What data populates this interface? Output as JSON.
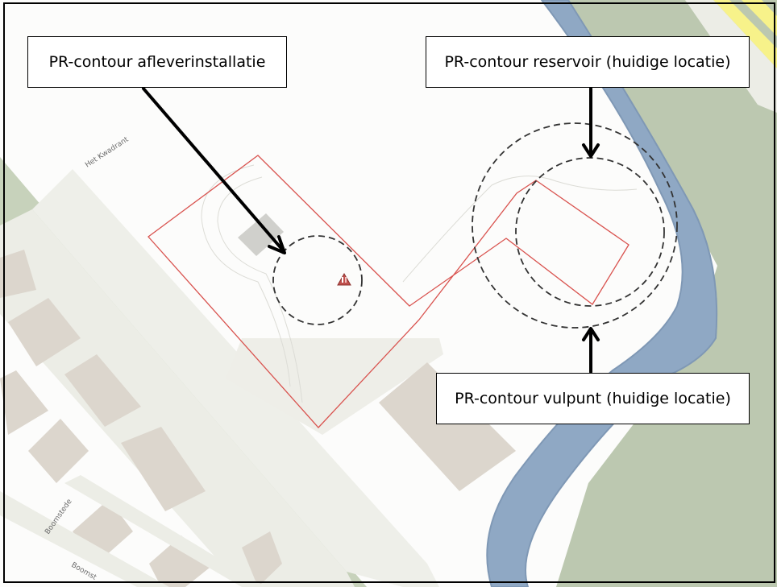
{
  "labels": {
    "afleverinstallatie": "PR-contour afleverinstallatie",
    "reservoir": "PR-contour reservoir (huidige locatie)",
    "vulpunt": "PR-contour vulpunt (huidige locatie)"
  },
  "streets": {
    "kwadrant": "Het Kwadrant",
    "boomstede": "Boomstede",
    "boomstede_partial": "Boomst"
  },
  "colors": {
    "background": "#fcfcfb",
    "road": "#ecede6",
    "road_edge": "#d8d8d0",
    "green": "#bcc8b0",
    "water": "#8fa8c4",
    "water_edge": "#7f98b5",
    "building": "#dcd6cd",
    "yellow_road": "#f7f28a",
    "red_contour": "#d9534f",
    "circle": "#333333",
    "hazard": "#c0504d"
  },
  "icons": {
    "hazard": "hazard-triangle-icon"
  }
}
